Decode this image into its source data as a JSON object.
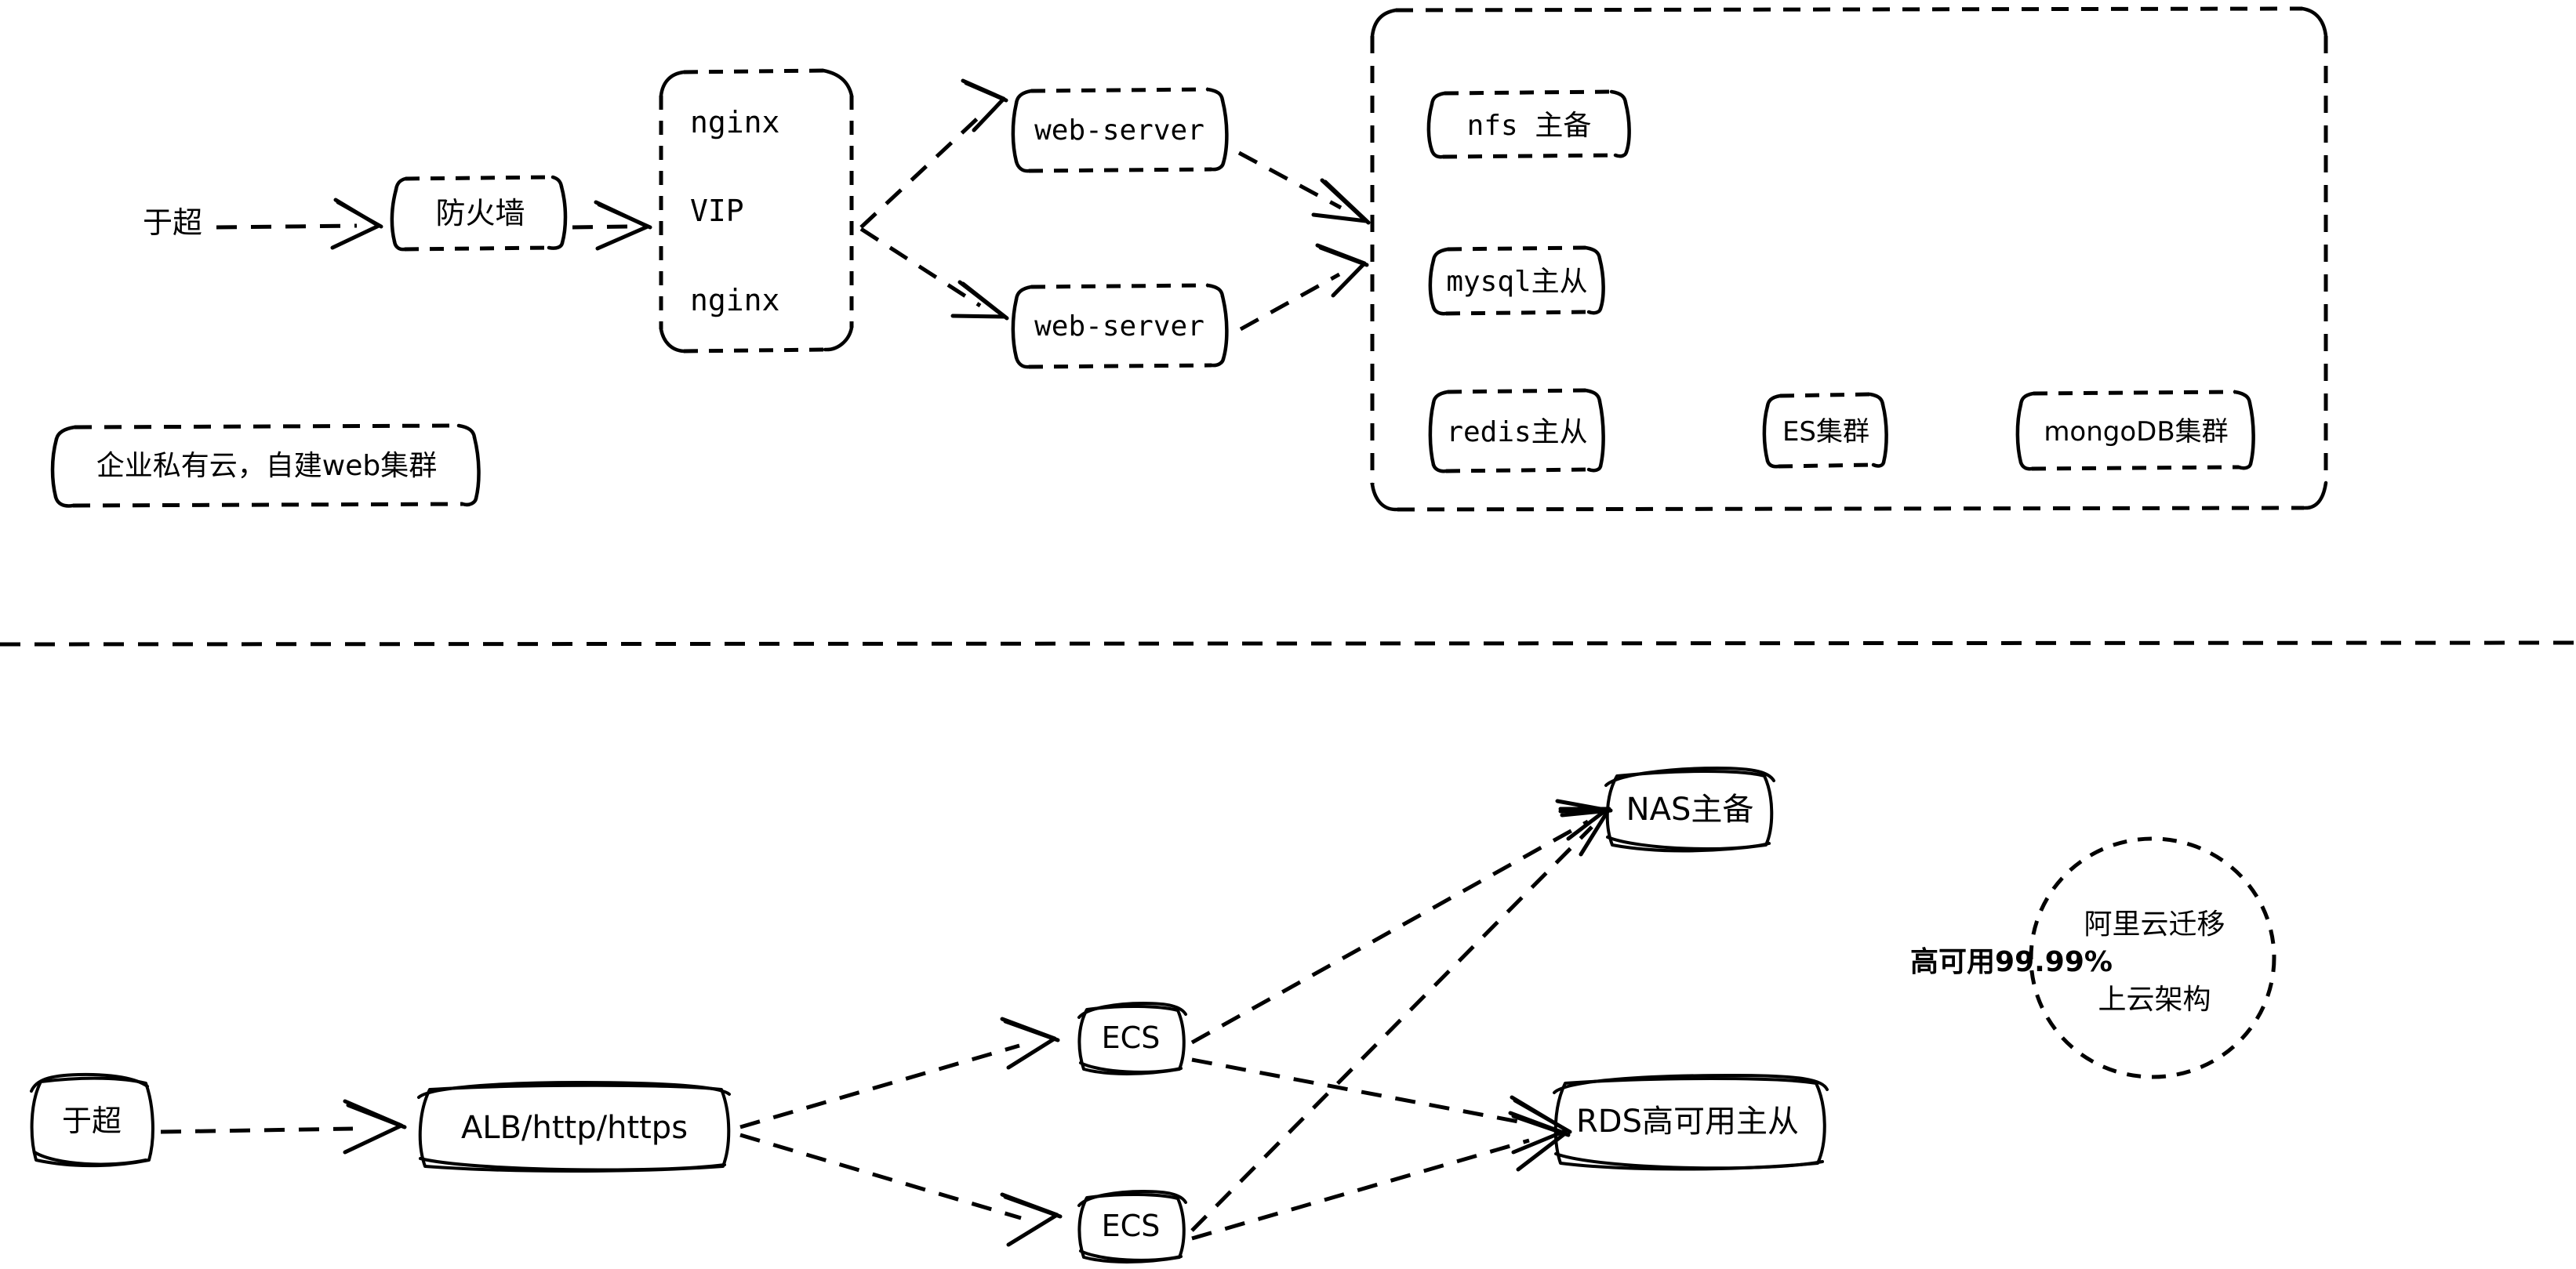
{
  "diagram": {
    "title": "企业私有云自建web集群 与 阿里云上云架构对比图",
    "style": "hand-drawn sketch, black on white",
    "colors": {
      "stroke": "#000000",
      "background": "#ffffff",
      "text": "#000000"
    },
    "sections": [
      {
        "name": "top",
        "caption": "企业私有云，自建web集群"
      },
      {
        "name": "bottom",
        "caption": "阿里云迁移 上云架构"
      }
    ]
  },
  "top_section": {
    "actor_label": "于超",
    "firewall_label": "防火墙",
    "lb_group": {
      "lines": [
        "nginx",
        "VIP",
        "nginx"
      ]
    },
    "web_servers": [
      {
        "label": "web-server"
      },
      {
        "label": "web-server"
      }
    ],
    "backend_group": {
      "items": [
        {
          "label": "nfs 主备"
        },
        {
          "label": "mysql主从"
        },
        {
          "label": "redis主从"
        },
        {
          "label": "ES集群"
        },
        {
          "label": "mongoDB集群"
        }
      ]
    },
    "caption": "企业私有云，自建web集群"
  },
  "bottom_section": {
    "actor_label": "于超",
    "alb_label": "ALB/http/https",
    "compute_nodes": [
      {
        "label": "ECS"
      },
      {
        "label": "ECS"
      }
    ],
    "storage_label": "NAS主备",
    "database_label": "RDS高可用主从",
    "sla_label": "高可用99.99%",
    "cloud_badge": {
      "line1": "阿里云迁移",
      "line2": "上云架构"
    }
  },
  "connections": [
    {
      "from": "于超",
      "to": "防火墙",
      "style": "dashed-arrow"
    },
    {
      "from": "防火墙",
      "to": "nginx VIP nginx",
      "style": "dashed-arrow"
    },
    {
      "from": "nginx VIP nginx",
      "to": "web-server (上)",
      "style": "dashed-arrow"
    },
    {
      "from": "nginx VIP nginx",
      "to": "web-server (下)",
      "style": "dashed-arrow"
    },
    {
      "from": "web-server (上)",
      "to": "后端存储集群",
      "style": "dashed-arrow"
    },
    {
      "from": "web-server (下)",
      "to": "后端存储集群",
      "style": "dashed-arrow"
    },
    {
      "from": "于超",
      "to": "ALB/http/https",
      "style": "dashed-arrow"
    },
    {
      "from": "ALB/http/https",
      "to": "ECS (上)",
      "style": "dashed-arrow"
    },
    {
      "from": "ALB/http/https",
      "to": "ECS (下)",
      "style": "dashed-arrow"
    },
    {
      "from": "ECS (上)",
      "to": "NAS主备",
      "style": "dashed-arrow"
    },
    {
      "from": "ECS (下)",
      "to": "NAS主备",
      "style": "dashed-arrow"
    },
    {
      "from": "ECS (上)",
      "to": "RDS高可用主从",
      "style": "dashed-arrow"
    },
    {
      "from": "ECS (下)",
      "to": "RDS高可用主从",
      "style": "dashed-arrow"
    }
  ]
}
